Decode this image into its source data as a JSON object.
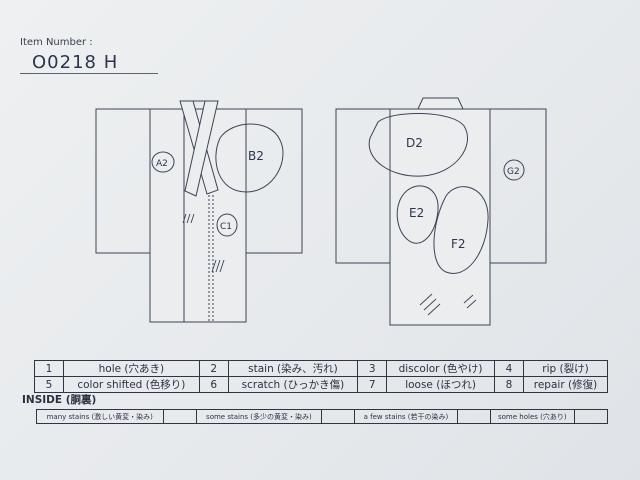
{
  "header": {
    "item_number_label": "Item Number :",
    "item_number_value": "O0218  H"
  },
  "diagram": {
    "front_marks": [
      "A2",
      "B2",
      "C1"
    ],
    "back_marks": [
      "D2",
      "E2",
      "F2",
      "G2"
    ]
  },
  "legend": {
    "rows": [
      [
        {
          "num": "1",
          "label": "hole (穴あき)"
        },
        {
          "num": "2",
          "label": "stain (染み、汚れ)"
        },
        {
          "num": "3",
          "label": "discolor (色やけ)"
        },
        {
          "num": "4",
          "label": "rip (裂け)"
        }
      ],
      [
        {
          "num": "5",
          "label": "color shifted (色移り)"
        },
        {
          "num": "6",
          "label": "scratch (ひっかき傷)"
        },
        {
          "num": "7",
          "label": "loose (ほつれ)"
        },
        {
          "num": "8",
          "label": "repair (修復)"
        }
      ]
    ]
  },
  "inside": {
    "label": "INSIDE (胴裏)",
    "items": [
      "many stains (激しい黄変・染み)",
      "some stains (多少の黄変・染み)",
      "a few stains (若干の染み)",
      "some holes (穴あり)"
    ]
  }
}
